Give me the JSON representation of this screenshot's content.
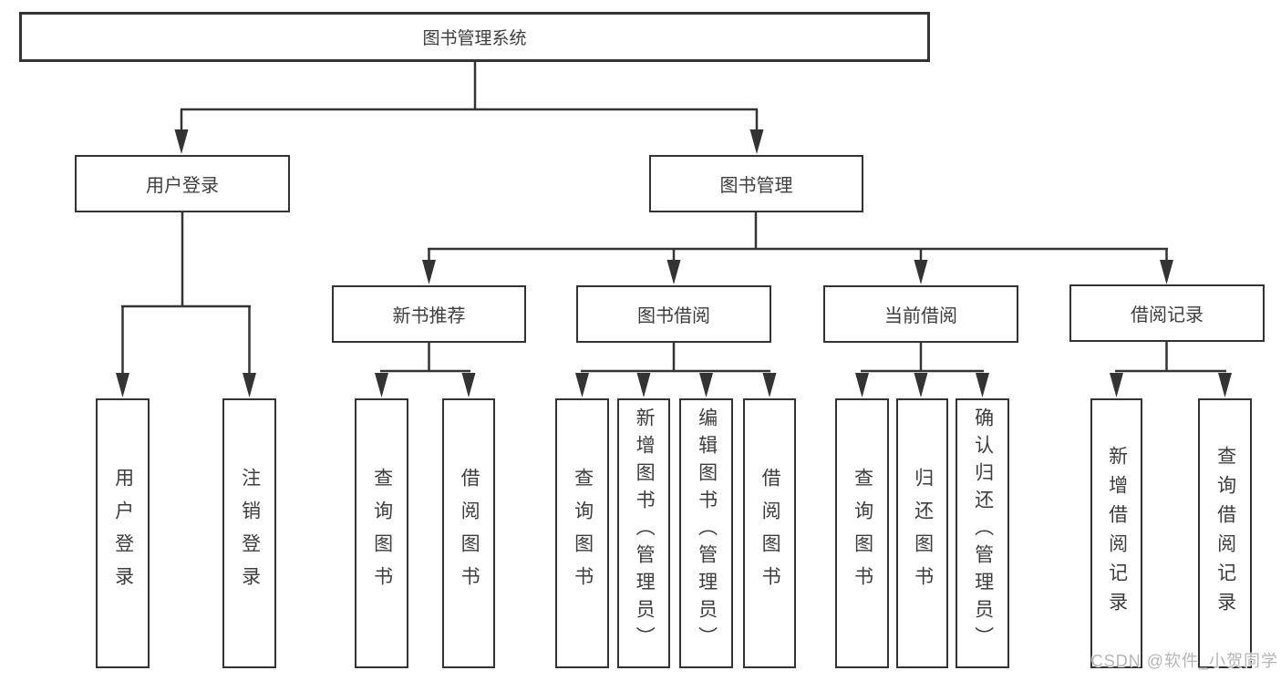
{
  "diagram": {
    "root_label": "图书管理系统",
    "level2": [
      "用户登录",
      "图书管理"
    ],
    "level3": [
      "新书推荐",
      "图书借阅",
      "当前借阅",
      "借阅记录"
    ],
    "leaves": {
      "user_login": [
        "用户登录",
        "注销登录"
      ],
      "new_book": [
        "查询图书",
        "借阅图书"
      ],
      "book_borrow": [
        "查询图书",
        "新增图书（管理员）",
        "编辑图书（管理员）",
        "借阅图书"
      ],
      "current_borrow": [
        "查询图书",
        "归还图书",
        "确认归还（管理员）"
      ],
      "borrow_records": [
        "新增借阅记录",
        "查询借阅记录"
      ]
    }
  },
  "watermark": "CSDN @软件_小贺同学",
  "colors": {
    "line": "#333333",
    "text": "#3d3d3d",
    "watermark": "#b5b5b5",
    "background": "#ffffff"
  }
}
